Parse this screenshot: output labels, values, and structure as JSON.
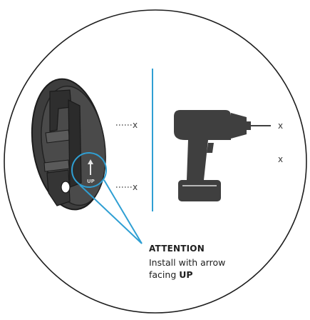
{
  "attention": {
    "title": "ATTENTION",
    "line1": "Install with arrow",
    "line2_prefix": "facing ",
    "line2_emphasis": "UP"
  },
  "bracket": {
    "arrow_label": "UP"
  },
  "marks": {
    "upper_left": "x",
    "lower_left": "x",
    "drill_tip": "x",
    "drill_below": "x"
  },
  "colors": {
    "accent": "#2f9fd3",
    "dark": "#3f3f3f",
    "outline": "#1e1e1e"
  }
}
